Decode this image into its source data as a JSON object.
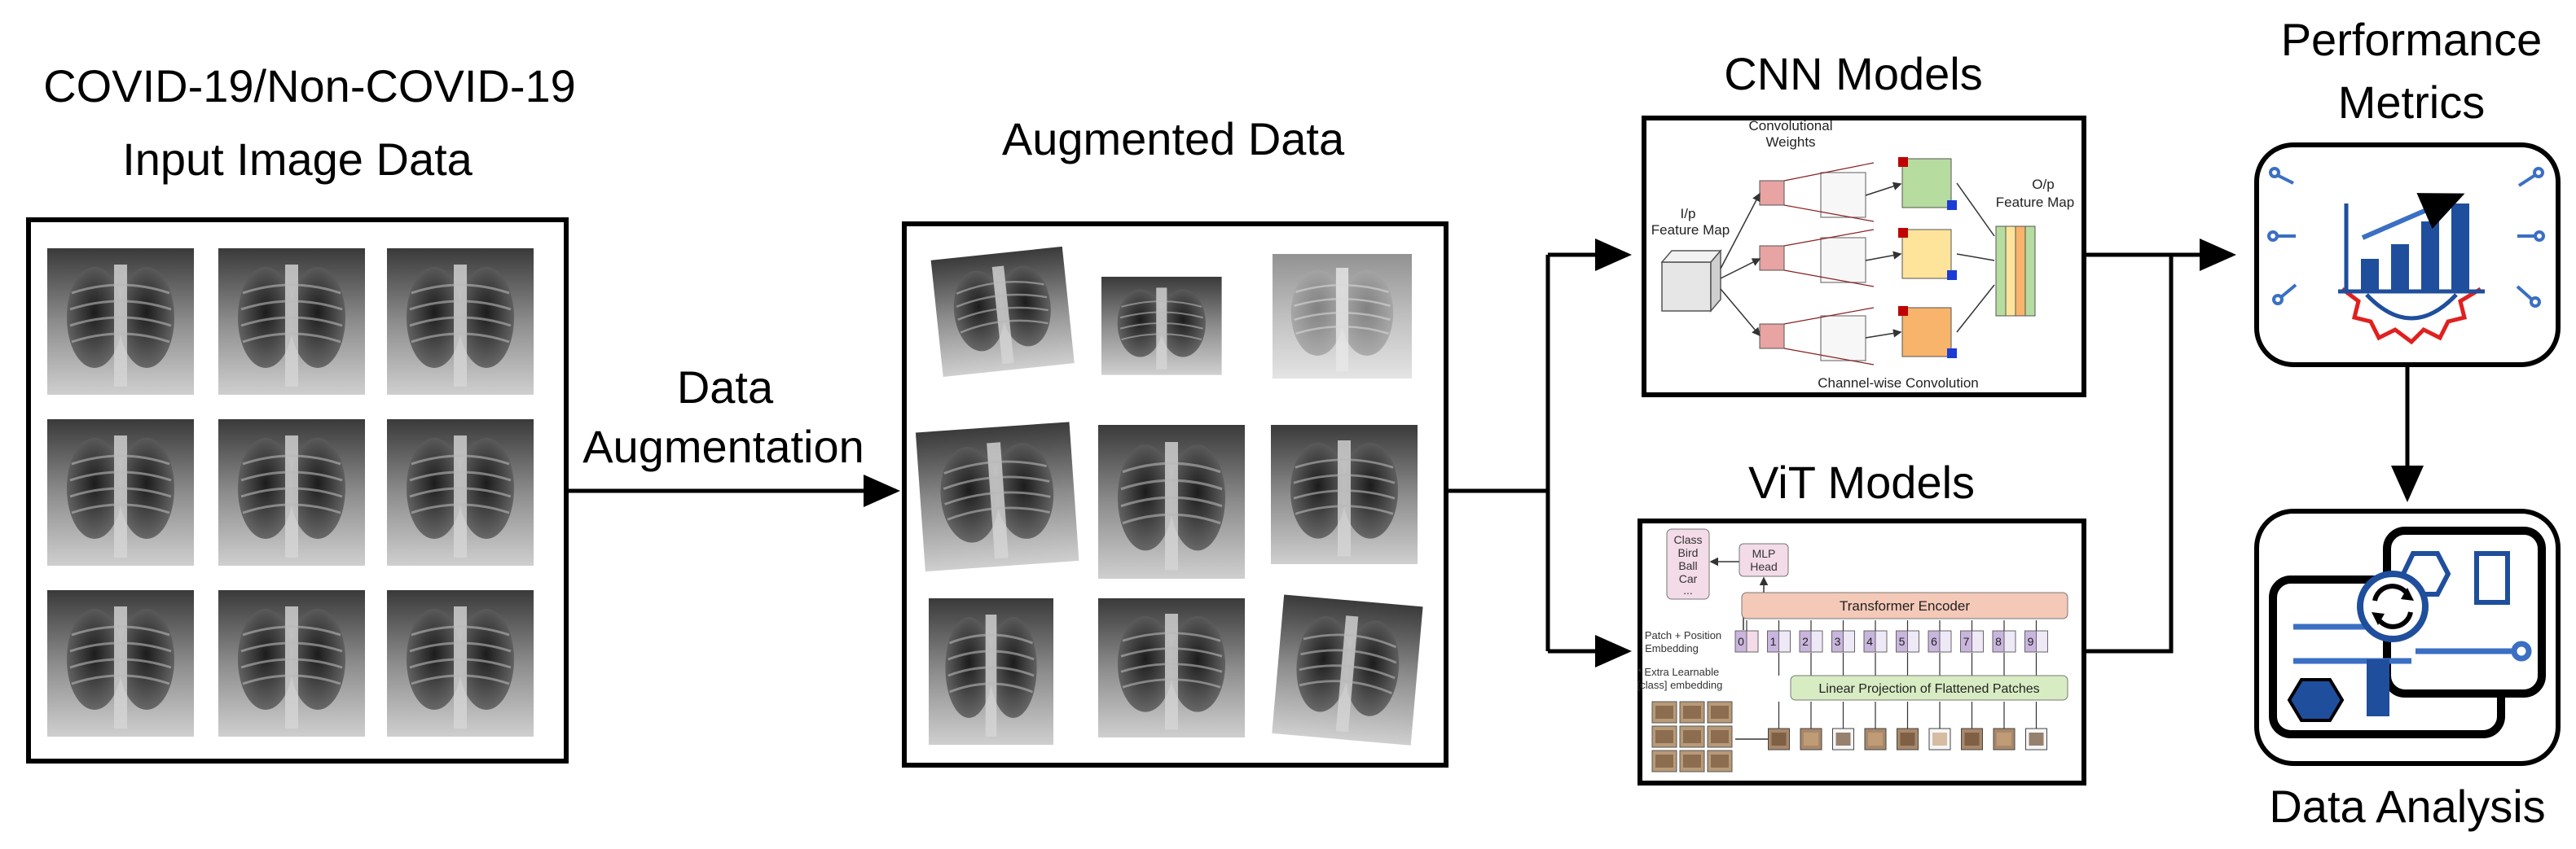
{
  "input": {
    "title_line1": "COVID-19/Non-COVID-19",
    "title_line2": "Input Image Data"
  },
  "augmentation_label": {
    "line1": "Data",
    "line2": "Augmentation"
  },
  "augmented": {
    "title": "Augmented Data"
  },
  "cnn": {
    "title": "CNN Models",
    "conv_weights_line1": "Convolutional",
    "conv_weights_line2": "Weights",
    "input_fm_line1": "I/p",
    "input_fm_line2": "Feature Map",
    "output_fm_line1": "O/p",
    "output_fm_line2": "Feature Map",
    "channel_conv": "Channel-wise Convolution"
  },
  "vit": {
    "title": "ViT Models",
    "class_label": "Class",
    "class_items": [
      "Bird",
      "Ball",
      "Car",
      "..."
    ],
    "mlp_line1": "MLP",
    "mlp_line2": "Head",
    "transformer": "Transformer Encoder",
    "patch_line1": "Patch + Position",
    "patch_line2": "Embedding",
    "extra_line1": "* Extra Learnable",
    "extra_line2": "[class] embedding",
    "linear_projection": "Linear Projection of Flattened Patches",
    "positions": [
      "0",
      "1",
      "2",
      "3",
      "4",
      "5",
      "6",
      "7",
      "8",
      "9"
    ]
  },
  "performance": {
    "title_line1": "Performance",
    "title_line2": "Metrics"
  },
  "analysis": {
    "title": "Data Analysis"
  },
  "colors": {
    "accent_blue": "#3a6fc4",
    "dark_blue": "#1f4e9c",
    "gear_red": "#e02020",
    "transformer_fill": "#f4c9b8",
    "projection_fill": "#d8ecc4",
    "class_fill": "#f3dbe8",
    "token_fill": "#c9b5dd"
  }
}
